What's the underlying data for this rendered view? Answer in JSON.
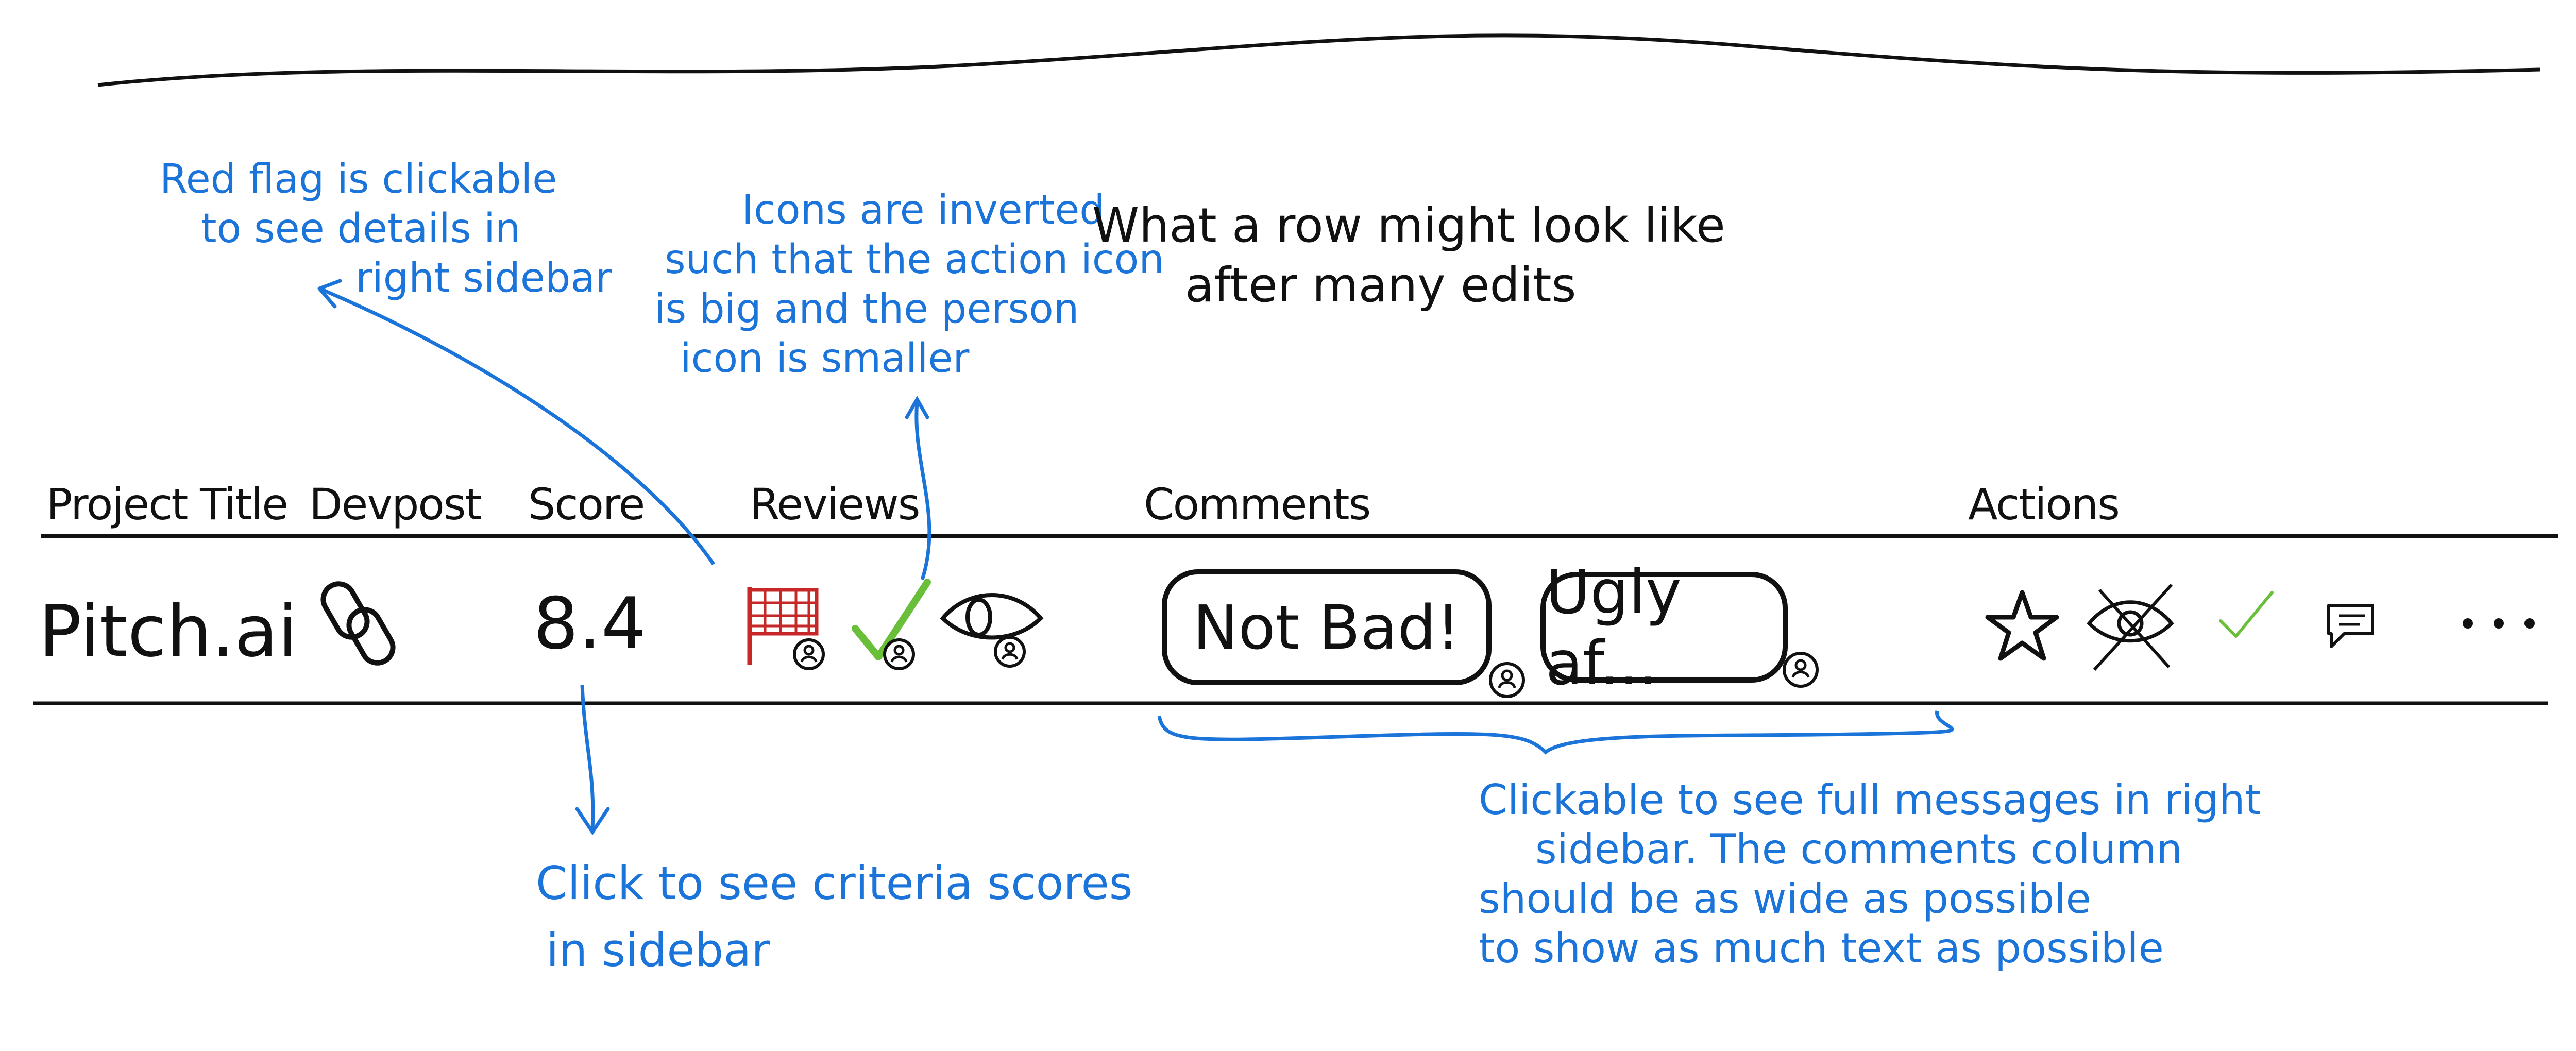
{
  "columns": {
    "project_title": "Project Title",
    "devpost": "Devpost",
    "score": "Score",
    "reviews": "Reviews",
    "comments": "Comments",
    "actions": "Actions"
  },
  "row": {
    "project_title": "Pitch.ai",
    "score": "8.4",
    "comments": [
      "Not Bad!",
      "Ugly af..."
    ],
    "devpost_icon": "link-icon",
    "review_icons": [
      "red-flag-icon",
      "checkmark-icon",
      "eye-icon"
    ],
    "action_icons": [
      "star-icon",
      "eye-slash-icon",
      "checkmark-icon",
      "comment-icon",
      "more-icon"
    ]
  },
  "notes": {
    "red_flag": [
      "Red flag is clickable",
      "to see details in",
      "right sidebar"
    ],
    "icons_inverted": [
      "Icons are inverted",
      "such that the action icon",
      "is big and the person",
      "icon is smaller"
    ],
    "row_caption": [
      "What a row might look like",
      "after many edits"
    ],
    "score_click": [
      "Click to see criteria scores",
      "in sidebar"
    ],
    "comments_click": [
      "Clickable to see full messages in right",
      "sidebar. The comments column",
      "should be as wide as possible",
      "to show as much text as possible"
    ]
  },
  "colors": {
    "annotation": "#1b74d9",
    "ink": "#111111",
    "flag": "#c62828",
    "check": "#6abf3a"
  }
}
